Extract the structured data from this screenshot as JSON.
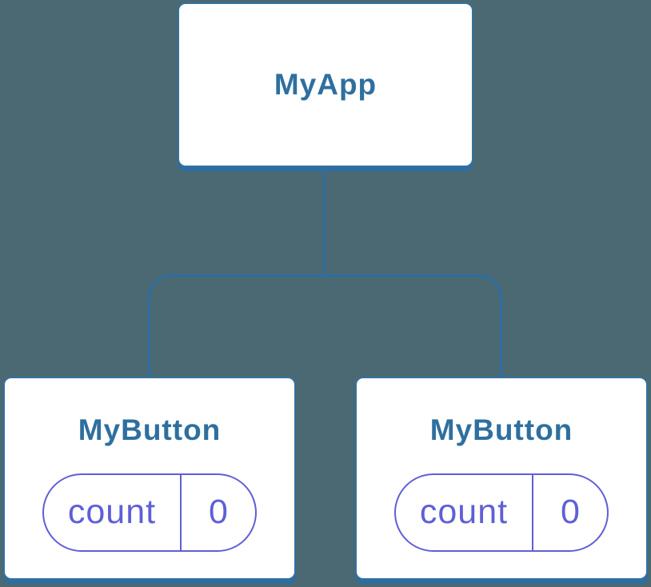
{
  "palette": {
    "canvas_bg": "#4b6973",
    "node_fill": "#ffffff",
    "node_border": "#33719e",
    "node_shadow": "#2d6da1",
    "connector": "#2d6da1",
    "label_text": "#2e6f9f",
    "state_accent": "#5f5fd6"
  },
  "tree": {
    "root": {
      "label": "MyApp"
    },
    "children": [
      {
        "label": "MyButton",
        "state": {
          "key": "count",
          "value": "0"
        }
      },
      {
        "label": "MyButton",
        "state": {
          "key": "count",
          "value": "0"
        }
      }
    ]
  }
}
